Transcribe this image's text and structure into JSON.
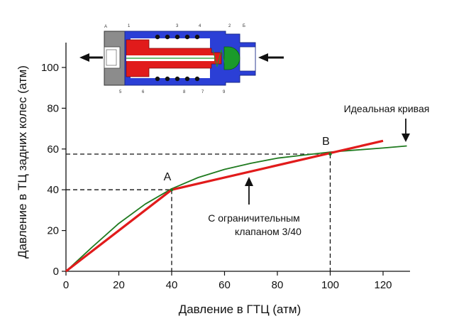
{
  "chart_data": {
    "type": "line",
    "xlabel": "Давление в ГТЦ (атм)",
    "ylabel": "Давление в ТЦ задних колес (атм)",
    "xlim": [
      0,
      130
    ],
    "ylim": [
      0,
      110
    ],
    "x_ticks": [
      0,
      20,
      40,
      60,
      80,
      100,
      120
    ],
    "y_ticks": [
      0,
      20,
      40,
      60,
      80,
      100
    ],
    "grid": false,
    "series": [
      {
        "name": "Идеальная кривая",
        "color": "#1f7a1f",
        "points": [
          [
            0,
            0
          ],
          [
            10,
            12
          ],
          [
            20,
            23.5
          ],
          [
            30,
            33
          ],
          [
            40,
            40.5
          ],
          [
            50,
            46
          ],
          [
            60,
            50
          ],
          [
            70,
            53
          ],
          [
            80,
            55.5
          ],
          [
            90,
            57
          ],
          [
            100,
            58.5
          ],
          [
            110,
            59.5
          ],
          [
            120,
            60.5
          ],
          [
            129,
            61.5
          ]
        ]
      },
      {
        "name": "С ограничительным клапаном 3/40",
        "color": "#e11b1b",
        "points": [
          [
            0,
            0
          ],
          [
            40,
            40
          ],
          [
            120,
            64
          ]
        ]
      }
    ],
    "reference_points": [
      {
        "label": "A",
        "x": 40,
        "y": 40
      },
      {
        "label": "B",
        "x": 100,
        "y": 57.5
      }
    ],
    "annotations": {
      "ideal_curve": "Идеальная кривая",
      "valve_line1": "С ограничительным",
      "valve_line2": "клапаном 3/40"
    },
    "inset_diagram": {
      "description_labels": [
        "А",
        "1",
        "3",
        "4",
        "2",
        "Б",
        "5",
        "6",
        "8",
        "7",
        "9"
      ],
      "colors": {
        "body": "#2b3fd6",
        "piston": "#e11b1b",
        "valve": "#1a9a2a",
        "housing": "#8c8c8c"
      }
    }
  }
}
